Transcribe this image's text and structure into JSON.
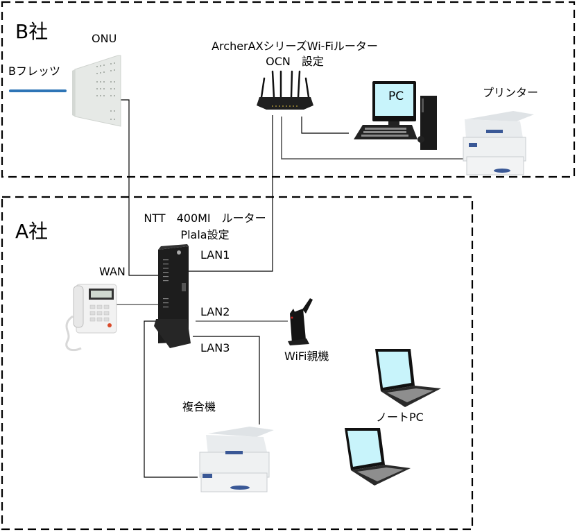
{
  "zones": {
    "b": {
      "label": "B社"
    },
    "a": {
      "label": "A社"
    }
  },
  "labels": {
    "onu": "ONU",
    "b_flets": "Bフレッツ",
    "archer_line1": "ArcherAXシリーズWi-Fiルーター",
    "archer_line2": "OCN　設定",
    "pc_screen": "PC",
    "printer": "プリンター",
    "ntt_line1": "NTT　400MI　ルーター",
    "ntt_line2": "Plala設定",
    "wan": "WAN",
    "lan1": "LAN1",
    "lan2": "LAN2",
    "lan3": "LAN3",
    "wifi_parent": "WiFi親機",
    "mfp": "複合機",
    "note_pc": "ノートPC"
  },
  "colors": {
    "flets_line": "#2e75b6",
    "zone_border": "#000000",
    "cable": "#000000",
    "screen": "#c8f4fb",
    "device_dark": "#1a1a1a",
    "device_light": "#e6e9ea",
    "accent_blue": "#3a5896"
  }
}
